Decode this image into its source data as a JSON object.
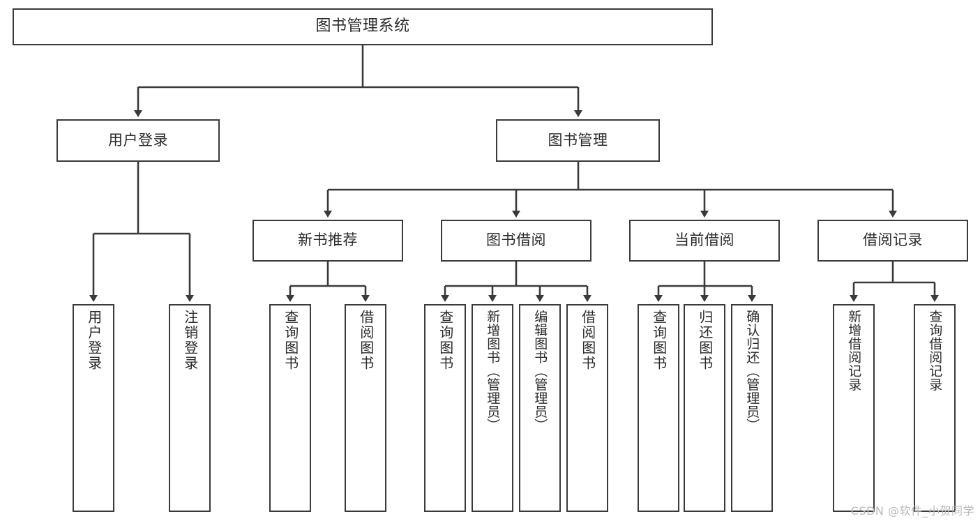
{
  "diagram": {
    "title": "图书管理系统",
    "watermark": "CSDN @软件_小贺同学",
    "line_color": "#3a3a3a",
    "text_color": "#2b2b2b",
    "background": "#ffffff",
    "nodes": {
      "root": "图书管理系统",
      "level2": {
        "user_login": "用户登录",
        "book_manage": "图书管理"
      },
      "level3": {
        "new_book_recommend": "新书推荐",
        "book_borrow": "图书借阅",
        "current_borrow": "当前借阅",
        "borrow_record": "借阅记录"
      },
      "leaves": {
        "user_login_1": "用户登录",
        "user_login_2": "注销登录",
        "recommend_1": "查询图书",
        "recommend_2": "借阅图书",
        "borrow_1": "查询图书",
        "borrow_2": "新增图书（管理员）",
        "borrow_3": "编辑图书（管理员）",
        "borrow_4": "借阅图书",
        "current_1": "查询图书",
        "current_2": "归还图书",
        "current_3": "确认归还（管理员）",
        "record_1": "新增借阅记录",
        "record_2": "查询借阅记录"
      }
    }
  }
}
